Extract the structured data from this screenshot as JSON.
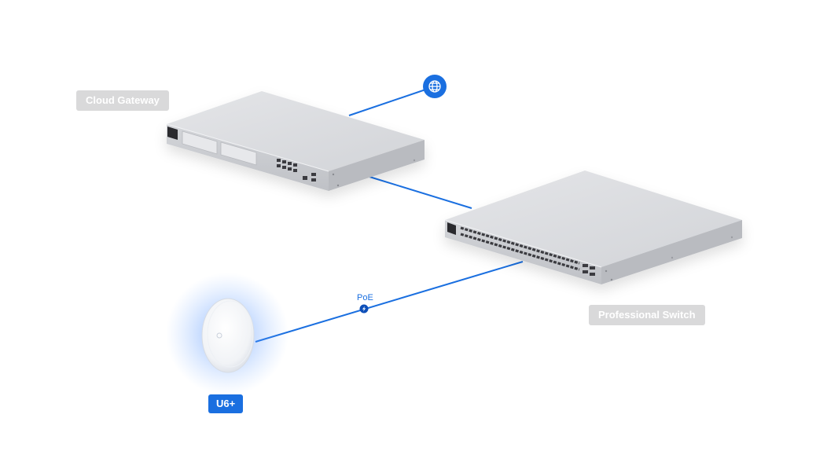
{
  "nodes": {
    "gateway": {
      "label": "Cloud Gateway"
    },
    "switch": {
      "label": "Professional Switch"
    },
    "access_point": {
      "label": "U6+"
    },
    "internet": {
      "icon": "globe-icon"
    }
  },
  "links": [
    {
      "from": "gateway",
      "to": "internet"
    },
    {
      "from": "gateway",
      "to": "switch"
    },
    {
      "from": "switch",
      "to": "access_point",
      "label": "PoE",
      "icon": "lightning-bolt-icon"
    }
  ],
  "colors": {
    "accent": "#1a6fe0",
    "link": "#1a6fe0",
    "label_gray": "#d9d9da",
    "device_top": "#dcdde1",
    "device_front": "#c6c8cd",
    "glow": "#4d8dff"
  }
}
